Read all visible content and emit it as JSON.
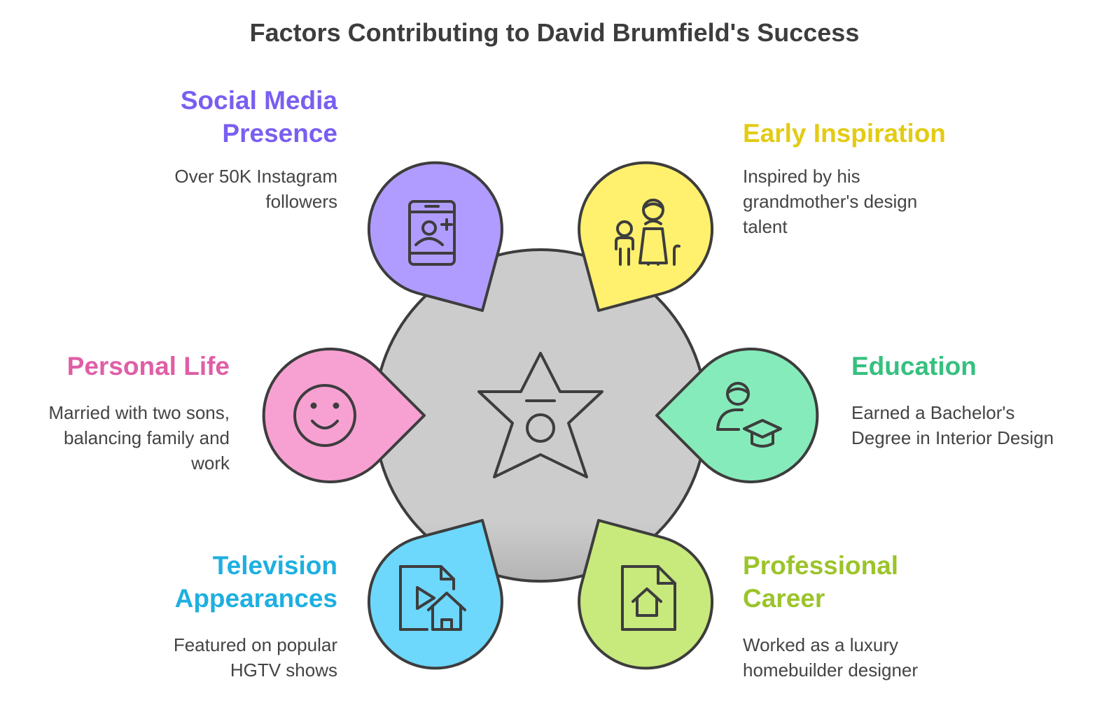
{
  "title": "Factors Contributing to David Brumfield's Success",
  "colors": {
    "hub": "#cccccc",
    "stroke": "#3d3d3d",
    "text": "#444444"
  },
  "factors": [
    {
      "title": "Social Media Presence",
      "title_lines": [
        "Social Media",
        "Presence"
      ],
      "desc_lines": [
        "Over 50K Instagram",
        "followers"
      ],
      "accent": "#7a5ef0",
      "fill": "#b09cff",
      "icon": "smartphone-add-user-icon"
    },
    {
      "title": "Early Inspiration",
      "title_lines": [
        "Early Inspiration"
      ],
      "desc_lines": [
        "Inspired by his",
        "grandmother's design",
        "talent"
      ],
      "accent": "#e3cb14",
      "fill": "#fff06e",
      "icon": "grandmother-child-icon"
    },
    {
      "title": "Personal Life",
      "title_lines": [
        "Personal Life"
      ],
      "desc_lines": [
        "Married with two sons,",
        "balancing family and",
        "work"
      ],
      "accent": "#e05ea6",
      "fill": "#f7a1d3",
      "icon": "smiley-face-icon"
    },
    {
      "title": "Education",
      "title_lines": [
        "Education"
      ],
      "desc_lines": [
        "Earned a Bachelor's",
        "Degree in Interior Design"
      ],
      "accent": "#36c07f",
      "fill": "#86ebba",
      "icon": "graduate-icon"
    },
    {
      "title": "Television Appearances",
      "title_lines": [
        "Television",
        "Appearances"
      ],
      "desc_lines": [
        "Featured on popular",
        "HGTV shows"
      ],
      "accent": "#1eafe0",
      "fill": "#6dd7fc",
      "icon": "video-file-home-icon"
    },
    {
      "title": "Professional Career",
      "title_lines": [
        "Professional",
        "Career"
      ],
      "desc_lines": [
        "Worked as a luxury",
        "homebuilder designer"
      ],
      "accent": "#9bc42a",
      "fill": "#c8e97c",
      "icon": "house-document-icon"
    }
  ],
  "hub_icon": "star-person-icon"
}
